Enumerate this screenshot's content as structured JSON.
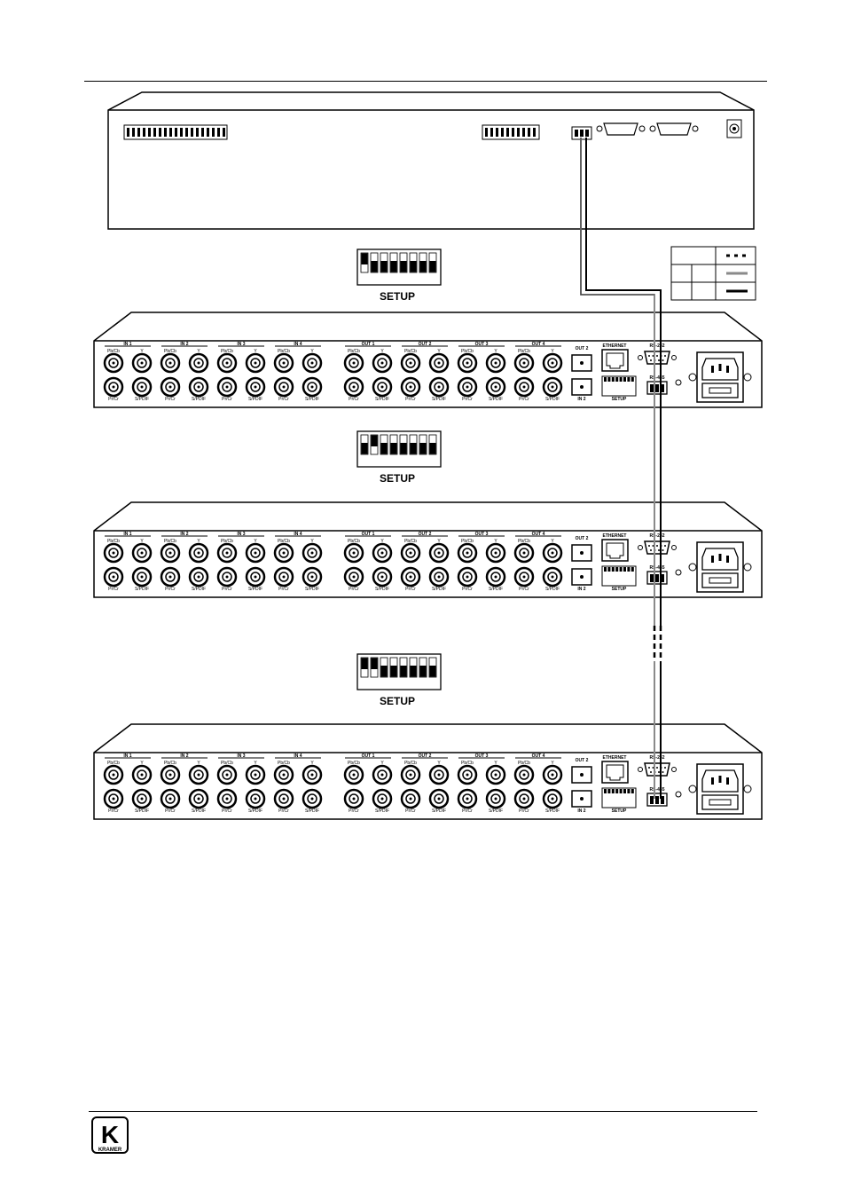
{
  "labels": {
    "setup": "SETUP",
    "in_groups": [
      "IN 1",
      "IN 2",
      "IN 3",
      "IN 4"
    ],
    "out_groups": [
      "OUT 1",
      "OUT 2",
      "OUT 3",
      "OUT 4"
    ],
    "pbcb": "Pb/Cb",
    "y": "Y",
    "prcr": "Pr/Cr",
    "spdif": "S/PDIF",
    "out2": "OUT 2",
    "in2": "IN 2",
    "ethernet": "ETHERNET",
    "rs232": "RS-232",
    "rs485": "RS-485",
    "setup_small": "SETUP"
  },
  "logo": {
    "letter": "K",
    "name": "KRAMER"
  },
  "colors": {
    "line": "#000000",
    "cable_gray": "#8a8a8a"
  }
}
